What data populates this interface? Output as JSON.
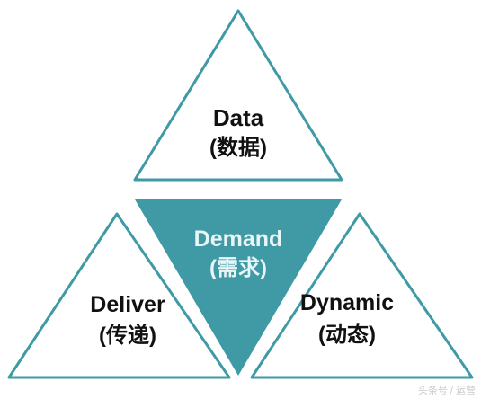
{
  "colors": {
    "teal": "#3F9AA5",
    "text_dark": "#111111",
    "text_light": "#E8F6F8",
    "background": "#FFFFFF"
  },
  "triangles": {
    "top": {
      "title": "Data",
      "subtitle": "(数据)"
    },
    "left": {
      "title": "Deliver",
      "subtitle": "(传递)"
    },
    "right": {
      "title": "Dynamic",
      "subtitle": "(动态)"
    },
    "center": {
      "title": "Demand",
      "subtitle": "(需求)"
    }
  },
  "watermark": "头条号 / 运营"
}
